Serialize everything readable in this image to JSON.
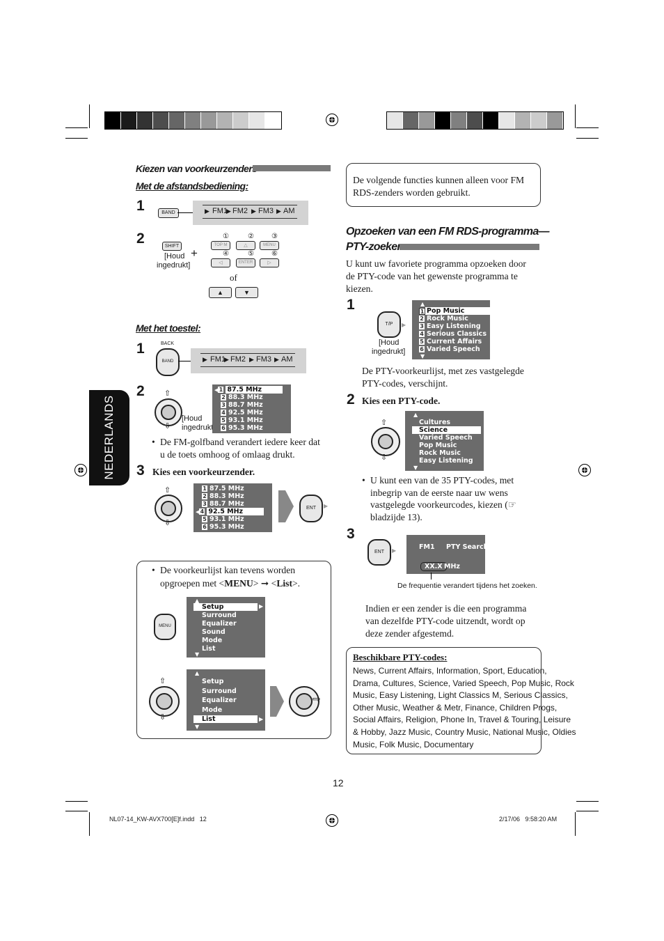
{
  "color_bar_left": [
    "#000000",
    "#1a1a1a",
    "#333333",
    "#4d4d4d",
    "#666666",
    "#808080",
    "#999999",
    "#b3b3b3",
    "#cccccc",
    "#e6e6e6",
    "#ffffff"
  ],
  "color_bar_right": [
    "#e6e6e6",
    "#666666",
    "#999999",
    "#000000",
    "#808080",
    "#4d4d4d",
    "#000000",
    "#e6e6e6",
    "#b3b3b3",
    "#cccccc",
    "#999999"
  ],
  "side_tab": "NEDERLANDS",
  "left": {
    "heading1": "Kiezen van voorkeurzenders",
    "sub_remote": "Met de afstandsbediening:",
    "step1_num": "1",
    "band_btn": "BAND",
    "band_flow": [
      "FM1",
      "FM2",
      "FM3",
      "AM"
    ],
    "step2_num": "2",
    "shift_btn": "SHIFT",
    "plus": "+",
    "hold1": "[Houd",
    "hold2": "ingedrukt]",
    "keypad_nums_top": [
      "①",
      "②",
      "③"
    ],
    "keypad_top": [
      "TOP M",
      "△",
      "MENU"
    ],
    "keypad_nums_bot": [
      "④",
      "⑤",
      "⑥"
    ],
    "keypad_bot": [
      "◁",
      "ENTER",
      "▷"
    ],
    "of": "of",
    "sub_unit": "Met het toestel:",
    "unit_step1": "1",
    "back_label": "BACK",
    "unit_band_btn": "BAND",
    "unit_step2": "2",
    "hold_a": "[Houd",
    "hold_b": "ingedrukt]",
    "preset_list": [
      {
        "n": "1",
        "t": "87.5 MHz"
      },
      {
        "n": "2",
        "t": "88.3 MHz"
      },
      {
        "n": "3",
        "t": "88.7 MHz"
      },
      {
        "n": "4",
        "t": "92.5 MHz"
      },
      {
        "n": "5",
        "t": "93.1 MHz"
      },
      {
        "n": "6",
        "t": "95.3 MHz"
      }
    ],
    "bullet_fm_1": "De FM-golfband verandert iedere keer dat",
    "bullet_fm_2": "u de toets omhoog of omlaag drukt.",
    "step3_num": "3",
    "step3_text": "Kies een voorkeurzender.",
    "ent_btn": "ENT",
    "note_1": "De voorkeurlijst kan tevens worden",
    "note_2a": "opgroepen met <",
    "note_menu": "MENU",
    "note_2b": "> ",
    "note_2c": " <",
    "note_list": "List",
    "note_2d": ">.",
    "menu_btn": "MENU",
    "menu_items": [
      "Setup",
      "Surround",
      "Equalizer",
      "Sound",
      "Mode",
      "List"
    ],
    "menu_items2": [
      "Setup",
      "Surround",
      "Equalizer",
      "Mode",
      "List"
    ]
  },
  "right": {
    "fm_note_1": "De volgende functies kunnen alleen voor FM",
    "fm_note_2": "RDS-zenders worden gebruikt.",
    "heading_1": "Opzoeken van een FM RDS-programma—",
    "heading_2": "PTY-zoeken",
    "intro_1": "U kunt uw favoriete programma opzoeken door",
    "intro_2": "de PTY-code van het gewenste programma te",
    "intro_3": "kiezen.",
    "step1_num": "1",
    "tp_btn": "T/P",
    "hold1": "[Houd",
    "hold2": "ingedrukt]",
    "pty_list": [
      "Pop Music",
      "Rock Music",
      "Easy Listening",
      "Serious Classics",
      "Current Affairs",
      "Varied Speech"
    ],
    "pty_desc_1": "De PTY-voorkeurlijst, met zes vastgelegde",
    "pty_desc_2": "PTY-codes, verschijnt.",
    "step2_num": "2",
    "step2_text": "Kies een PTY-code.",
    "pty_list2": [
      "Cultures",
      "Science",
      "Varied Speech",
      "Pop Music",
      "Rock Music",
      "Easy Listening"
    ],
    "bullet_1": "U kunt een van de 35 PTY-codes, met",
    "bullet_2": "inbegrip van de eerste naar uw wens",
    "bullet_3": "vastgelegde voorkeurcodes, kiezen (☞",
    "bullet_4": "bladzijde 13).",
    "step3_num": "3",
    "ent_btn": "ENT",
    "lcd_fm": "FM1",
    "lcd_pty": "PTY Search",
    "lcd_freq": "XX.X",
    "lcd_mhz": "MHz",
    "freq_caption": "De frequentie verandert tijdens het zoeken.",
    "tune_1": "Indien er een zender is die een programma",
    "tune_2": "van dezelfde PTY-code uitzendt, wordt op",
    "tune_3": "deze zender afgestemd.",
    "avail_title": "Beschikbare PTY-codes:",
    "avail_lines": [
      "News, Current Affairs, Information, Sport, Education,",
      "Drama, Cultures, Science, Varied Speech, Pop Music, Rock",
      "Music, Easy Listening, Light Classics M, Serious Classics,",
      "Other Music, Weather & Metr, Finance, Children Progs,",
      "Social Affairs, Religion, Phone In, Travel & Touring, Leisure",
      "& Hobby, Jazz Music, Country Music, National Music, Oldies",
      "Music, Folk Music, Documentary"
    ]
  },
  "page_number": "12",
  "footer_file": "NL07-14_KW-AVX700[E]f.indd   12",
  "footer_date": "2/17/06   9:58:20 AM"
}
